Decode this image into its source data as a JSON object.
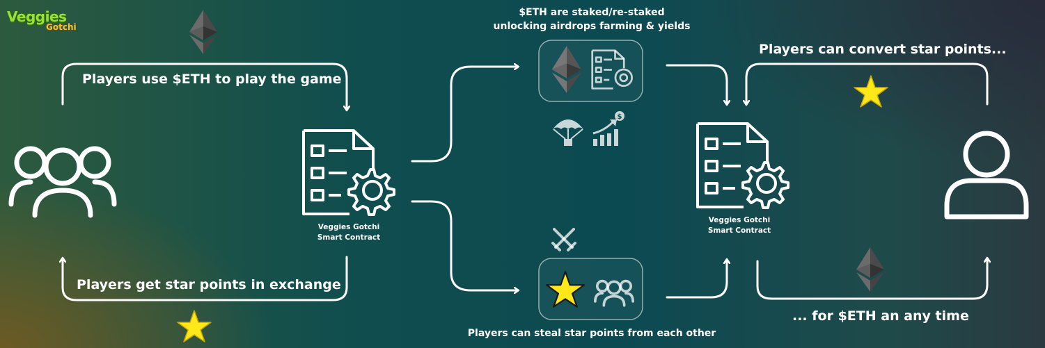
{
  "logo": {
    "line1": "Veggies",
    "line2": "Gotchi"
  },
  "labels": {
    "play": "Players use $ETH to play the game",
    "get_points": "Players get star points in exchange",
    "staked_line1": "$ETH are staked/re-staked",
    "staked_line2": "unlocking airdrops farming & yields",
    "steal": "Players can steal star points from each other",
    "convert": "Players can convert star points...",
    "for_eth": "... for $ETH an any time"
  },
  "contract_left": {
    "line1": "Veggies Gotchi",
    "line2": "Smart Contract"
  },
  "contract_right": {
    "line1": "Veggies Gotchi",
    "line2": "Smart Contract"
  },
  "icons": {
    "players_group": "users-icon",
    "single_player": "user-icon",
    "eth": "ethereum-icon",
    "star": "star-icon",
    "contract": "contract-document-gear-icon",
    "parachute": "parachute-airdrop-icon",
    "growth": "growth-chart-dollar-icon",
    "swords": "crossed-swords-icon"
  },
  "colors": {
    "star": "#ffe81a",
    "line": "#ffffff",
    "accent_green": "#9ae03a",
    "accent_gold": "#f6c32a"
  }
}
